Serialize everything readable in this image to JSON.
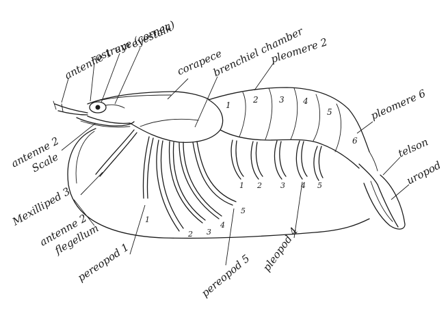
{
  "labels": {
    "antenne1": "antenne 1",
    "rostrum": "rostrum",
    "eye": "eye (cornea)",
    "eyestalk": "eyestalk",
    "carapace": "corapece",
    "branchial": "brenchiel chamber",
    "pleomere2": "pleomere 2",
    "pleomere6": "pleomere 6",
    "telson": "telson",
    "uropod": "uropod",
    "antenne2scale_a": "antenne 2",
    "antenne2scale_b": "Scale",
    "maxilliped": "Mexilliped 3",
    "antenne2flag_a": "antenne 2",
    "antenne2flag_b": "flegellum",
    "pereopod1": "pereopod 1",
    "pereopod5": "pereopod 5",
    "pleopod4": "pleopod 4"
  },
  "segment_numbers": [
    "1",
    "2",
    "3",
    "4",
    "5",
    "6"
  ],
  "pereopod_numbers": [
    "1",
    "2",
    "3",
    "4",
    "5"
  ],
  "pleopod_numbers": [
    "1",
    "2",
    "3",
    "4",
    "5"
  ]
}
